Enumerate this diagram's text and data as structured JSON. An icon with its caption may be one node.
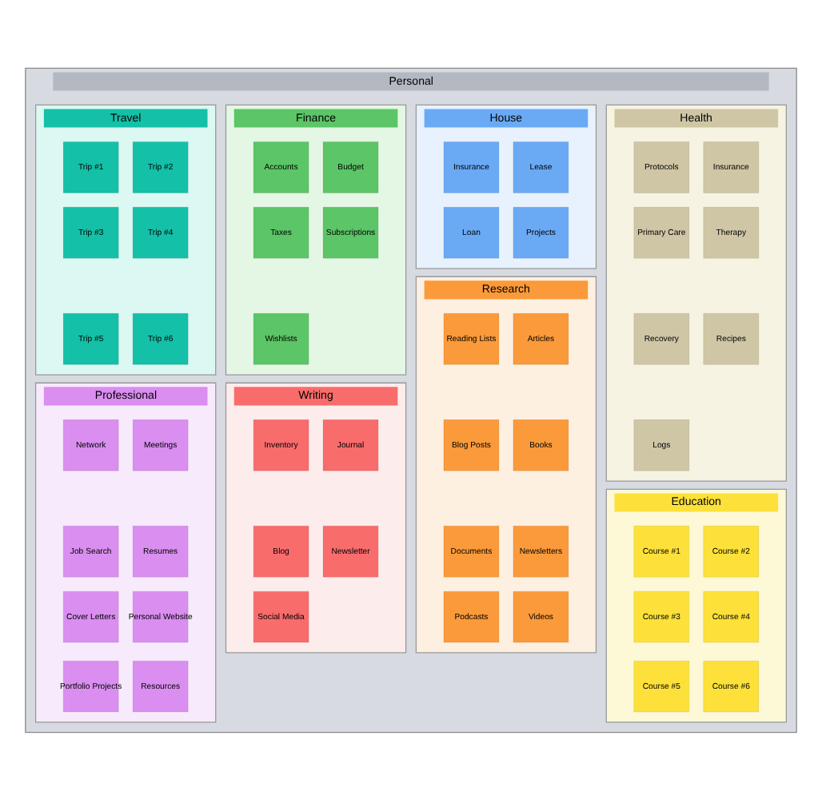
{
  "diagram": {
    "nodes": [
      {
        "text": [
          "Personal"
        ]
      },
      {
        "text": [
          "Health"
        ],
        "in": 0
      },
      {
        "text": [
          "Protocols"
        ],
        "in": 1
      },
      {
        "text": [
          "Insurance"
        ],
        "in": 1
      },
      {
        "text": [
          "Primary Care"
        ],
        "in": 1
      },
      {
        "text": [
          "Therapy"
        ],
        "in": 1
      },
      {
        "text": [
          "Recovery"
        ],
        "in": 1
      },
      {
        "text": [
          "Recipes"
        ],
        "in": 1
      },
      {
        "text": [
          "Logs"
        ],
        "in": 1
      },
      {
        "text": [
          "House"
        ],
        "in": 0
      },
      {
        "text": [
          "Insurance"
        ],
        "in": 9
      },
      {
        "text": [
          "Lease"
        ],
        "in": 9
      },
      {
        "text": [
          "Loan"
        ],
        "in": 9
      },
      {
        "text": [
          "Projects"
        ],
        "in": 9
      },
      {
        "text": [
          "Finance"
        ],
        "in": 0
      },
      {
        "text": [
          "Accounts"
        ],
        "in": 14
      },
      {
        "text": [
          "Budget"
        ],
        "in": 14
      },
      {
        "text": [
          "Taxes"
        ],
        "in": 14
      },
      {
        "text": [
          "Subscriptions"
        ],
        "in": 14
      },
      {
        "text": [
          "Wishlists"
        ],
        "in": 14
      },
      {
        "text": [
          "Travel"
        ],
        "in": 0
      },
      {
        "text": [
          "Trip #1"
        ],
        "in": 20
      },
      {
        "text": [
          "Trip #2"
        ],
        "in": 20
      },
      {
        "text": [
          "Trip #3"
        ],
        "in": 20
      },
      {
        "text": [
          "Trip #4"
        ],
        "in": 20
      },
      {
        "text": [
          "Trip #5"
        ],
        "in": 20
      },
      {
        "text": [
          "Trip #6"
        ],
        "in": 20
      },
      {
        "text": [
          "Education"
        ],
        "in": 0
      },
      {
        "text": [
          "Course #1"
        ],
        "in": 27
      },
      {
        "text": [
          "Course #2"
        ],
        "in": 27
      },
      {
        "text": [
          "Course #3"
        ],
        "in": 27
      },
      {
        "text": [
          "Course #4"
        ],
        "in": 27
      },
      {
        "text": [
          "Course #5"
        ],
        "in": 27
      },
      {
        "text": [
          "Course #6"
        ],
        "in": 27
      },
      {
        "text": [
          "Research"
        ],
        "in": 0
      },
      {
        "text": [
          "Reading Lists"
        ],
        "in": 34
      },
      {
        "text": [
          "Articles"
        ],
        "in": 34
      },
      {
        "text": [
          "Blog Posts"
        ],
        "in": 34
      },
      {
        "text": [
          "Books"
        ],
        "in": 34
      },
      {
        "text": [
          "Documents"
        ],
        "in": 34
      },
      {
        "text": [
          "Newsletters"
        ],
        "in": 34
      },
      {
        "text": [
          "Podcasts"
        ],
        "in": 34
      },
      {
        "text": [
          "Videos"
        ],
        "in": 34
      },
      {
        "text": [
          "Writing"
        ],
        "in": 0
      },
      {
        "text": [
          "Inventory"
        ],
        "in": 43
      },
      {
        "text": [
          "Journal"
        ],
        "in": 43
      },
      {
        "text": [
          "Blog"
        ],
        "in": 43
      },
      {
        "text": [
          "Newsletter"
        ],
        "in": 43
      },
      {
        "text": [
          "Social Media"
        ],
        "in": 43
      },
      {
        "text": [
          "Professional"
        ],
        "in": 0
      },
      {
        "text": [
          "Network"
        ],
        "in": 49
      },
      {
        "text": [
          "Meetings"
        ],
        "in": 49
      },
      {
        "text": [
          "Job Search"
        ],
        "in": 49
      },
      {
        "text": [
          "Resumes"
        ],
        "in": 49
      },
      {
        "text": [
          "Cover Letters"
        ],
        "in": 49
      },
      {
        "text": [
          "Personal Website"
        ],
        "in": 49
      },
      {
        "text": [
          "Portfolio Projects"
        ],
        "in": 49
      },
      {
        "text": [
          "Resources"
        ],
        "in": 49
      }
    ],
    "edges": []
  }
}
